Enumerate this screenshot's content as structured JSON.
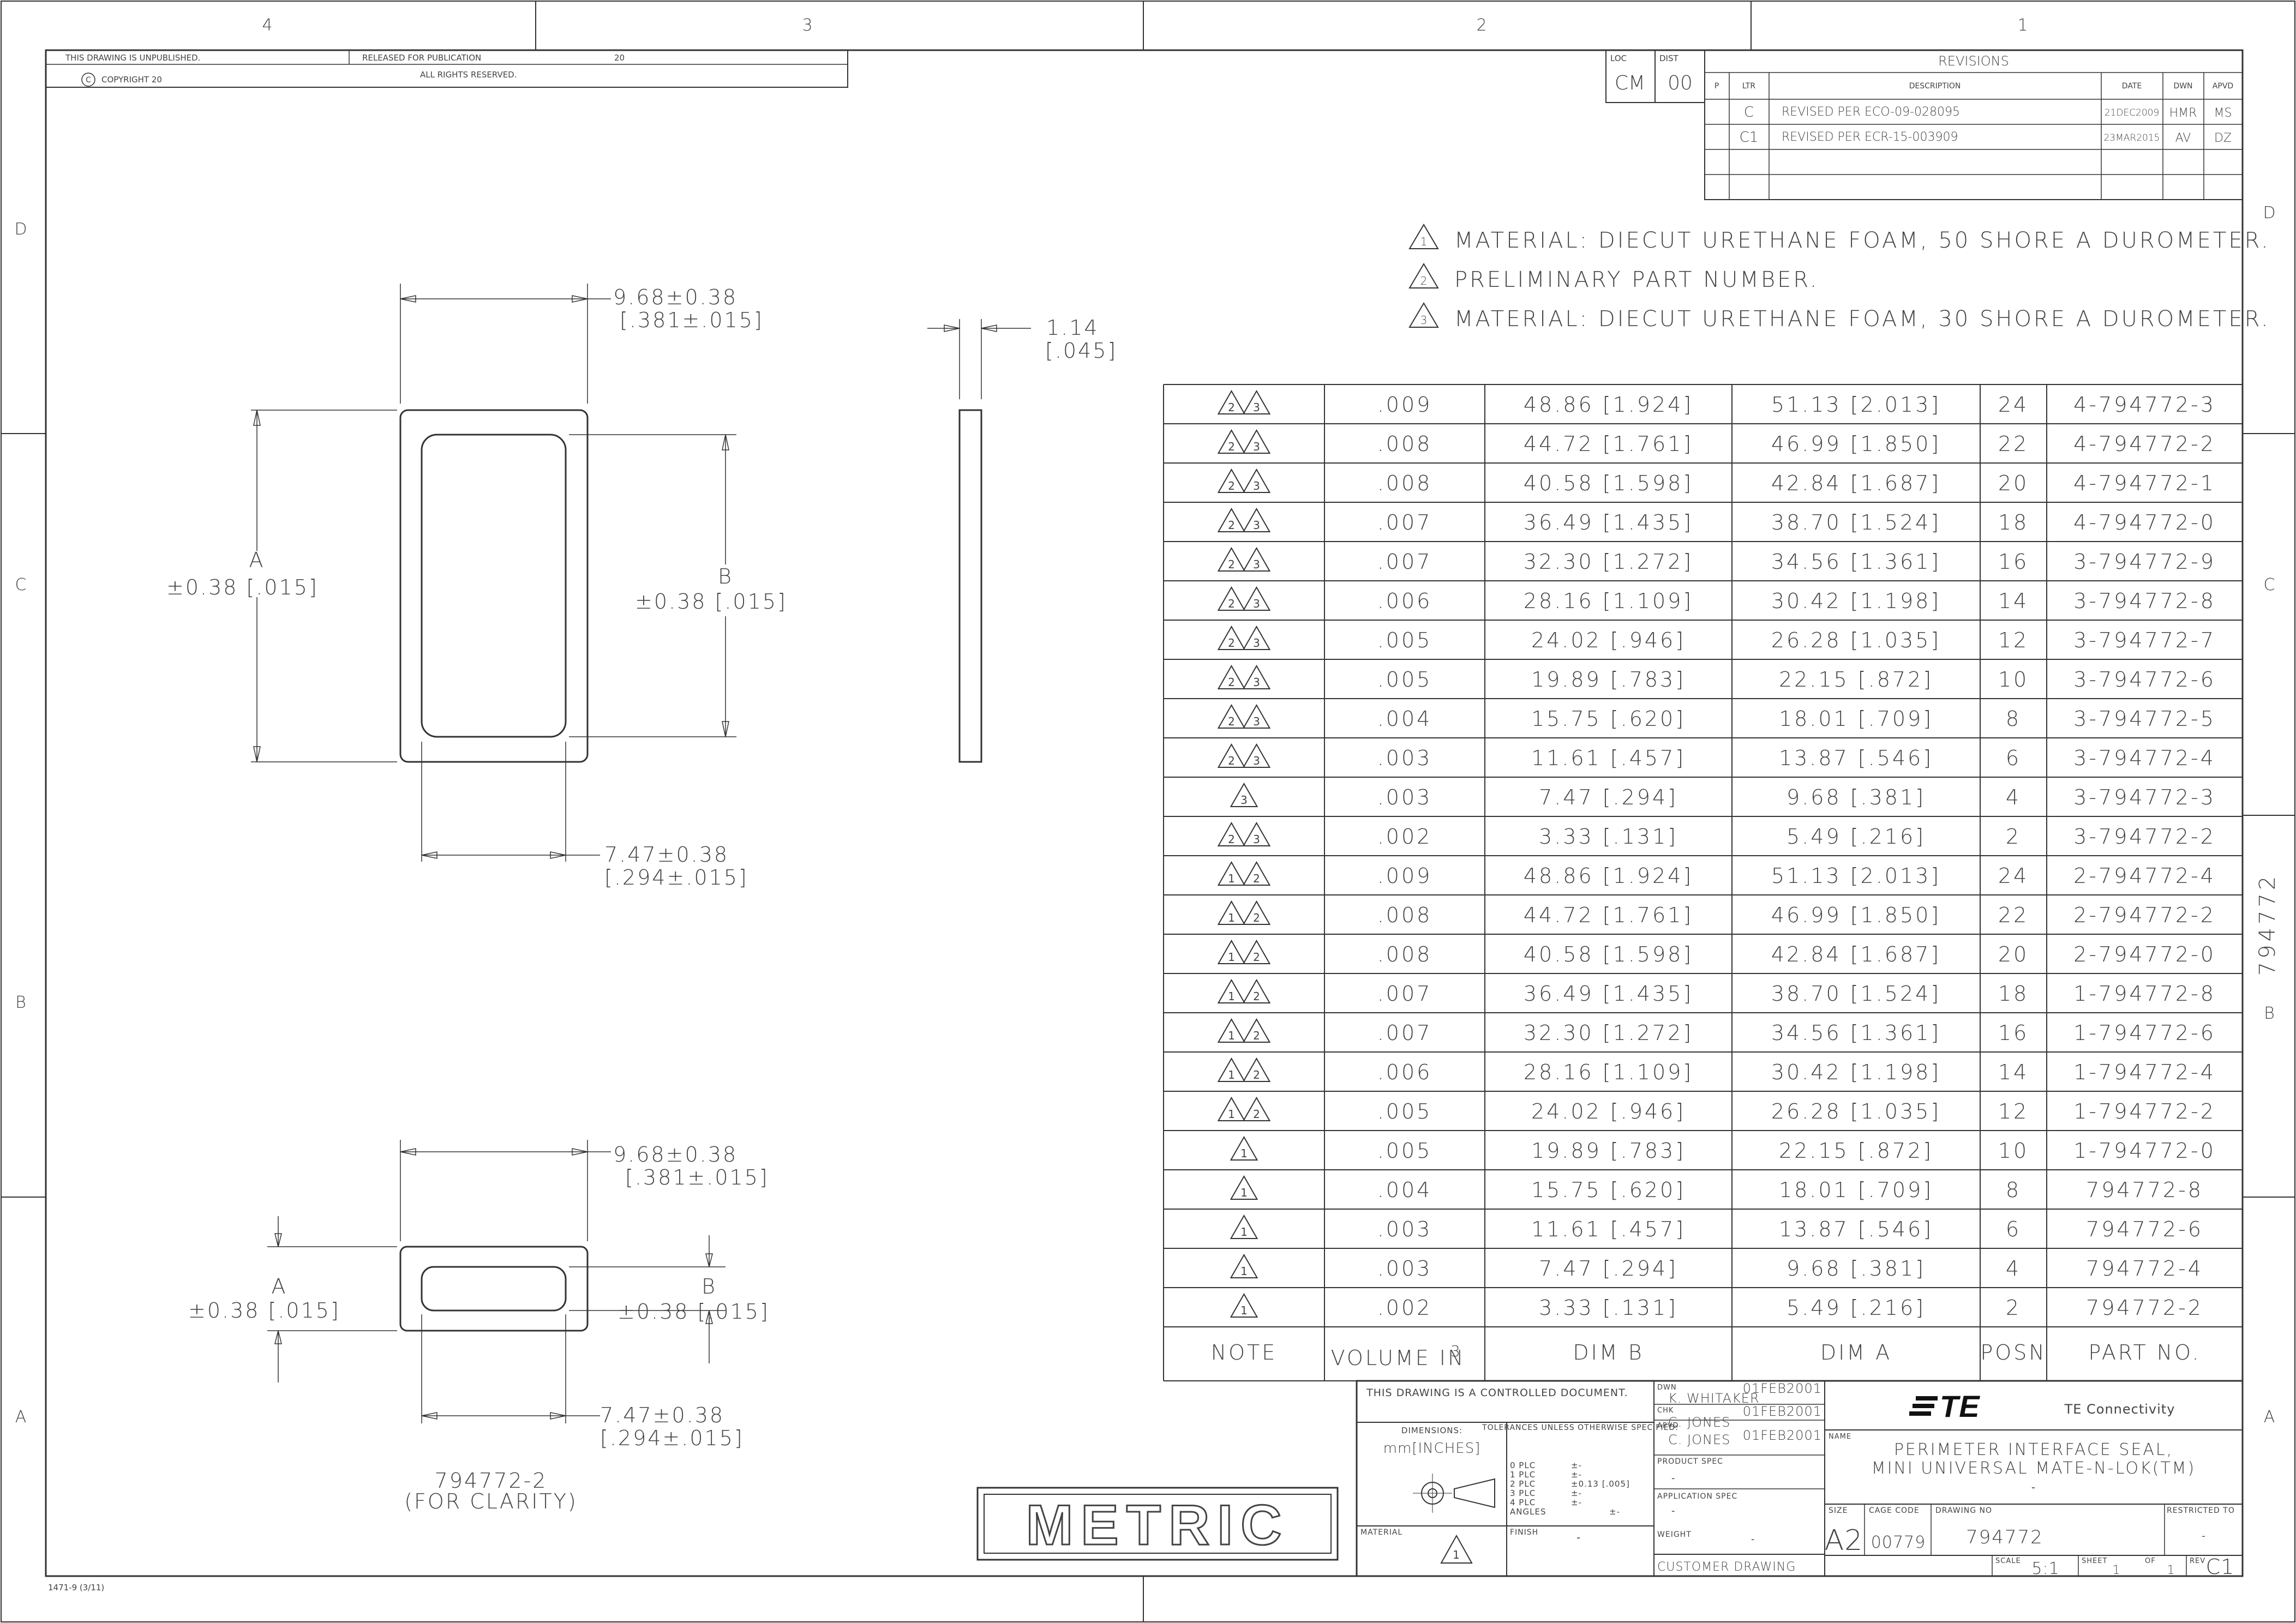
{
  "zones": {
    "columns": [
      "4",
      "3",
      "2",
      "1"
    ],
    "rows": [
      "D",
      "C",
      "B",
      "A"
    ]
  },
  "top_block": {
    "unpublished": "THIS DRAWING IS UNPUBLISHED.",
    "released": "RELEASED FOR PUBLICATION",
    "year": "20",
    "copyright": "COPYRIGHT 20",
    "rights": "ALL RIGHTS RESERVED."
  },
  "loc_dist": {
    "loc_label": "LOC",
    "loc_value": "CM",
    "dist_label": "DIST",
    "dist_value": "00"
  },
  "revisions": {
    "title": "REVISIONS",
    "headers": {
      "p": "P",
      "ltr": "LTR",
      "description": "DESCRIPTION",
      "date": "DATE",
      "dwn": "DWN",
      "apvd": "APVD"
    },
    "rows": [
      {
        "ltr": "C",
        "description": "REVISED PER ECO-09-028095",
        "date": "21DEC2009",
        "dwn": "HMR",
        "apvd": "MS"
      },
      {
        "ltr": "C1",
        "description": "REVISED PER ECR-15-003909",
        "date": "23MAR2015",
        "dwn": "AV",
        "apvd": "DZ"
      }
    ]
  },
  "notes": [
    {
      "num": "1",
      "text": "MATERIAL: DIECUT URETHANE FOAM, 50 SHORE A DUROMETER."
    },
    {
      "num": "2",
      "text": "PRELIMINARY PART NUMBER."
    },
    {
      "num": "3",
      "text": "MATERIAL: DIECUT URETHANE FOAM, 30 SHORE A DUROMETER."
    }
  ],
  "dimensions": {
    "top_width": "9.68±0.38",
    "top_width_in": "[.381±.015]",
    "thickness": "1.14",
    "thickness_in": "[.045]",
    "a_label": "A",
    "a_tol": "±0.38 [.015]",
    "b_label": "B",
    "b_tol": "±0.38 [.015]",
    "inner_width": "7.47±0.38",
    "inner_width_in": "[.294±.015]",
    "clarity_part": "794772-2",
    "clarity_note": "(FOR CLARITY)"
  },
  "table": {
    "headers": {
      "note": "NOTE",
      "volume": "VOLUME IN",
      "volume_sup": "3",
      "dim_b": "DIM B",
      "dim_a": "DIM A",
      "posn": "POSN",
      "part": "PART NO."
    },
    "rows": [
      {
        "notes": [
          "2",
          "3"
        ],
        "volume": ".009",
        "dim_b": "48.86 [1.924]",
        "dim_a": "51.13 [2.013]",
        "posn": "24",
        "part": "4-794772-3"
      },
      {
        "notes": [
          "2",
          "3"
        ],
        "volume": ".008",
        "dim_b": "44.72 [1.761]",
        "dim_a": "46.99 [1.850]",
        "posn": "22",
        "part": "4-794772-2"
      },
      {
        "notes": [
          "2",
          "3"
        ],
        "volume": ".008",
        "dim_b": "40.58 [1.598]",
        "dim_a": "42.84 [1.687]",
        "posn": "20",
        "part": "4-794772-1"
      },
      {
        "notes": [
          "2",
          "3"
        ],
        "volume": ".007",
        "dim_b": "36.49 [1.435]",
        "dim_a": "38.70 [1.524]",
        "posn": "18",
        "part": "4-794772-0"
      },
      {
        "notes": [
          "2",
          "3"
        ],
        "volume": ".007",
        "dim_b": "32.30 [1.272]",
        "dim_a": "34.56 [1.361]",
        "posn": "16",
        "part": "3-794772-9"
      },
      {
        "notes": [
          "2",
          "3"
        ],
        "volume": ".006",
        "dim_b": "28.16 [1.109]",
        "dim_a": "30.42 [1.198]",
        "posn": "14",
        "part": "3-794772-8"
      },
      {
        "notes": [
          "2",
          "3"
        ],
        "volume": ".005",
        "dim_b": "24.02 [.946]",
        "dim_a": "26.28 [1.035]",
        "posn": "12",
        "part": "3-794772-7"
      },
      {
        "notes": [
          "2",
          "3"
        ],
        "volume": ".005",
        "dim_b": "19.89 [.783]",
        "dim_a": "22.15 [.872]",
        "posn": "10",
        "part": "3-794772-6"
      },
      {
        "notes": [
          "2",
          "3"
        ],
        "volume": ".004",
        "dim_b": "15.75 [.620]",
        "dim_a": "18.01 [.709]",
        "posn": "8",
        "part": "3-794772-5"
      },
      {
        "notes": [
          "2",
          "3"
        ],
        "volume": ".003",
        "dim_b": "11.61 [.457]",
        "dim_a": "13.87 [.546]",
        "posn": "6",
        "part": "3-794772-4"
      },
      {
        "notes": [
          "3"
        ],
        "volume": ".003",
        "dim_b": "7.47 [.294]",
        "dim_a": "9.68 [.381]",
        "posn": "4",
        "part": "3-794772-3"
      },
      {
        "notes": [
          "2",
          "3"
        ],
        "volume": ".002",
        "dim_b": "3.33 [.131]",
        "dim_a": "5.49 [.216]",
        "posn": "2",
        "part": "3-794772-2"
      },
      {
        "notes": [
          "1",
          "2"
        ],
        "volume": ".009",
        "dim_b": "48.86 [1.924]",
        "dim_a": "51.13 [2.013]",
        "posn": "24",
        "part": "2-794772-4"
      },
      {
        "notes": [
          "1",
          "2"
        ],
        "volume": ".008",
        "dim_b": "44.72 [1.761]",
        "dim_a": "46.99 [1.850]",
        "posn": "22",
        "part": "2-794772-2"
      },
      {
        "notes": [
          "1",
          "2"
        ],
        "volume": ".008",
        "dim_b": "40.58 [1.598]",
        "dim_a": "42.84 [1.687]",
        "posn": "20",
        "part": "2-794772-0"
      },
      {
        "notes": [
          "1",
          "2"
        ],
        "volume": ".007",
        "dim_b": "36.49 [1.435]",
        "dim_a": "38.70 [1.524]",
        "posn": "18",
        "part": "1-794772-8"
      },
      {
        "notes": [
          "1",
          "2"
        ],
        "volume": ".007",
        "dim_b": "32.30 [1.272]",
        "dim_a": "34.56 [1.361]",
        "posn": "16",
        "part": "1-794772-6"
      },
      {
        "notes": [
          "1",
          "2"
        ],
        "volume": ".006",
        "dim_b": "28.16 [1.109]",
        "dim_a": "30.42 [1.198]",
        "posn": "14",
        "part": "1-794772-4"
      },
      {
        "notes": [
          "1",
          "2"
        ],
        "volume": ".005",
        "dim_b": "24.02 [.946]",
        "dim_a": "26.28 [1.035]",
        "posn": "12",
        "part": "1-794772-2"
      },
      {
        "notes": [
          "1"
        ],
        "volume": ".005",
        "dim_b": "19.89 [.783]",
        "dim_a": "22.15 [.872]",
        "posn": "10",
        "part": "1-794772-0"
      },
      {
        "notes": [
          "1"
        ],
        "volume": ".004",
        "dim_b": "15.75 [.620]",
        "dim_a": "18.01 [.709]",
        "posn": "8",
        "part": "794772-8"
      },
      {
        "notes": [
          "1"
        ],
        "volume": ".003",
        "dim_b": "11.61 [.457]",
        "dim_a": "13.87 [.546]",
        "posn": "6",
        "part": "794772-6"
      },
      {
        "notes": [
          "1"
        ],
        "volume": ".003",
        "dim_b": "7.47 [.294]",
        "dim_a": "9.68 [.381]",
        "posn": "4",
        "part": "794772-4"
      },
      {
        "notes": [
          "1"
        ],
        "volume": ".002",
        "dim_b": "3.33 [.131]",
        "dim_a": "5.49 [.216]",
        "posn": "2",
        "part": "794772-2"
      }
    ]
  },
  "metric_stamp": "METRIC",
  "side_number": "794772",
  "title_block": {
    "controlled": "THIS DRAWING IS A CONTROLLED DOCUMENT.",
    "dimensions_label": "DIMENSIONS:",
    "units": "mm[INCHES]",
    "tolerances_label": "TOLERANCES UNLESS OTHERWISE SPECIFIED:",
    "tol_rows": [
      {
        "k": "0 PLC",
        "v": "±-"
      },
      {
        "k": "1 PLC",
        "v": "±-"
      },
      {
        "k": "2 PLC",
        "v": "±0.13 [.005]"
      },
      {
        "k": "3 PLC",
        "v": "±-"
      },
      {
        "k": "4 PLC",
        "v": "±-"
      },
      {
        "k": "ANGLES",
        "v": "±-"
      }
    ],
    "material_label": "MATERIAL",
    "material_note": "1",
    "finish_label": "FINISH",
    "finish_value": "-",
    "dwn_label": "DWN",
    "dwn_name": "K. WHITAKER",
    "dwn_date": "01FEB2001",
    "chk_label": "CHK",
    "chk_name": "C. JONES",
    "chk_date": "01FEB2001",
    "apvd_label": "APVD",
    "apvd_name": "C. JONES",
    "apvd_date": "01FEB2001",
    "product_spec_label": "PRODUCT SPEC",
    "product_spec_value": "-",
    "application_spec_label": "APPLICATION SPEC",
    "application_spec_value": "-",
    "weight_label": "WEIGHT",
    "weight_value": "-",
    "customer_drawing": "CUSTOMER DRAWING",
    "company_logo": "TE",
    "company": "TE Connectivity",
    "name_label": "NAME",
    "name_line1": "PERIMETER INTERFACE SEAL,",
    "name_line2": "MINI UNIVERSAL MATE-N-LOK(TM)",
    "name_line3": "-",
    "size_label": "SIZE",
    "size_value": "A2",
    "cage_label": "CAGE CODE",
    "cage_value": "00779",
    "drawing_no_label": "DRAWING NO",
    "drawing_no": "794772",
    "restricted_label": "RESTRICTED TO",
    "restricted_value": "-",
    "scale_label": "SCALE",
    "scale_value": "5:1",
    "sheet_label": "SHEET",
    "sheet_value": "1",
    "of_label": "OF",
    "of_value": "1",
    "rev_label": "REV",
    "rev_value": "C1"
  },
  "form_number": "1471-9 (3/11)"
}
